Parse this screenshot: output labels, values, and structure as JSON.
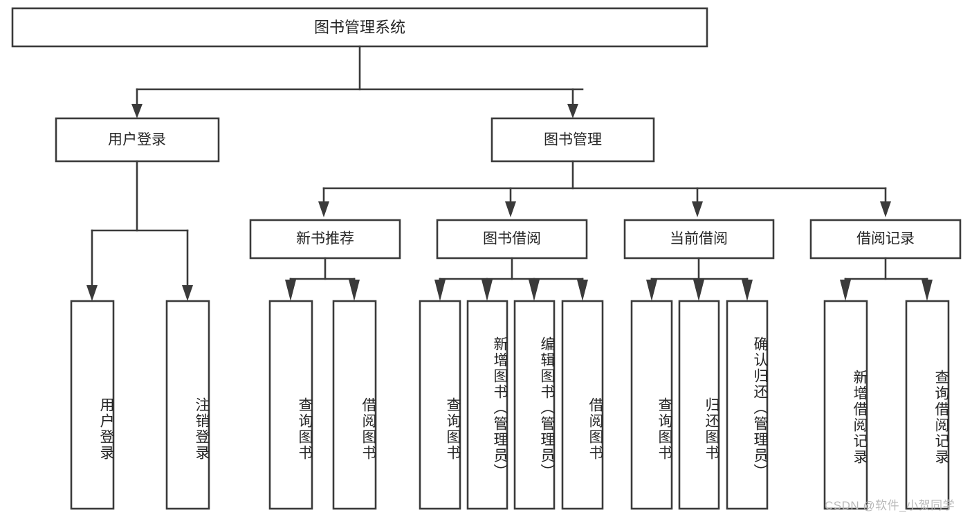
{
  "diagram": {
    "title": "图书管理系统",
    "type": "tree-hierarchy-chart",
    "root": {
      "label": "图书管理系统"
    },
    "level2": [
      {
        "label": "用户登录"
      },
      {
        "label": "图书管理"
      }
    ],
    "level3": [
      {
        "label": "新书推荐"
      },
      {
        "label": "图书借阅"
      },
      {
        "label": "当前借阅"
      },
      {
        "label": "借阅记录"
      }
    ],
    "leaves": {
      "user_login": [
        {
          "label": "用户登录"
        },
        {
          "label": "注销登录"
        }
      ],
      "new_book_recommend": [
        {
          "label": "查询图书"
        },
        {
          "label": "借阅图书"
        }
      ],
      "book_borrow": [
        {
          "label": "查询图书"
        },
        {
          "label": "新增图书（管理员）"
        },
        {
          "label": "编辑图书（管理员）"
        },
        {
          "label": "借阅图书"
        }
      ],
      "current_borrow": [
        {
          "label": "查询图书"
        },
        {
          "label": "归还图书"
        },
        {
          "label": "确认归还（管理员）"
        }
      ],
      "borrow_record": [
        {
          "label": "新增借阅记录"
        },
        {
          "label": "查询借阅记录"
        }
      ]
    }
  },
  "watermark": {
    "text": "CSDN @软件_小贺同学"
  },
  "colors": {
    "stroke": "#3a3a3a",
    "text": "#262626",
    "background": "#ffffff",
    "watermark": "#b9b9b9"
  }
}
